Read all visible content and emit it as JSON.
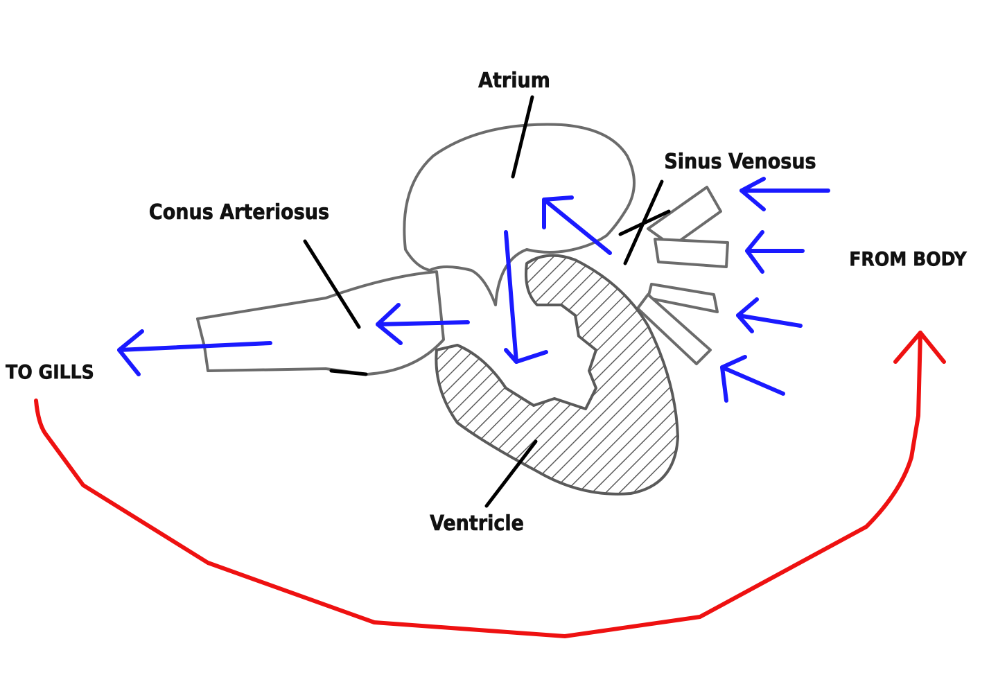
{
  "labels": {
    "atrium": "Atrium",
    "sinus_venosus": "Sinus Venosus",
    "conus_arteriosus": "Conus Arteriosus",
    "from_body": "FROM BODY",
    "to_gills": "TO GILLS",
    "ventricle": "Ventricle"
  },
  "colors": {
    "flow_arrow": "#1a1aff",
    "circulation_arrow": "#ee1111",
    "outline": "#6b6b6b",
    "leader_line": "#000000",
    "label_text": "#111111"
  }
}
